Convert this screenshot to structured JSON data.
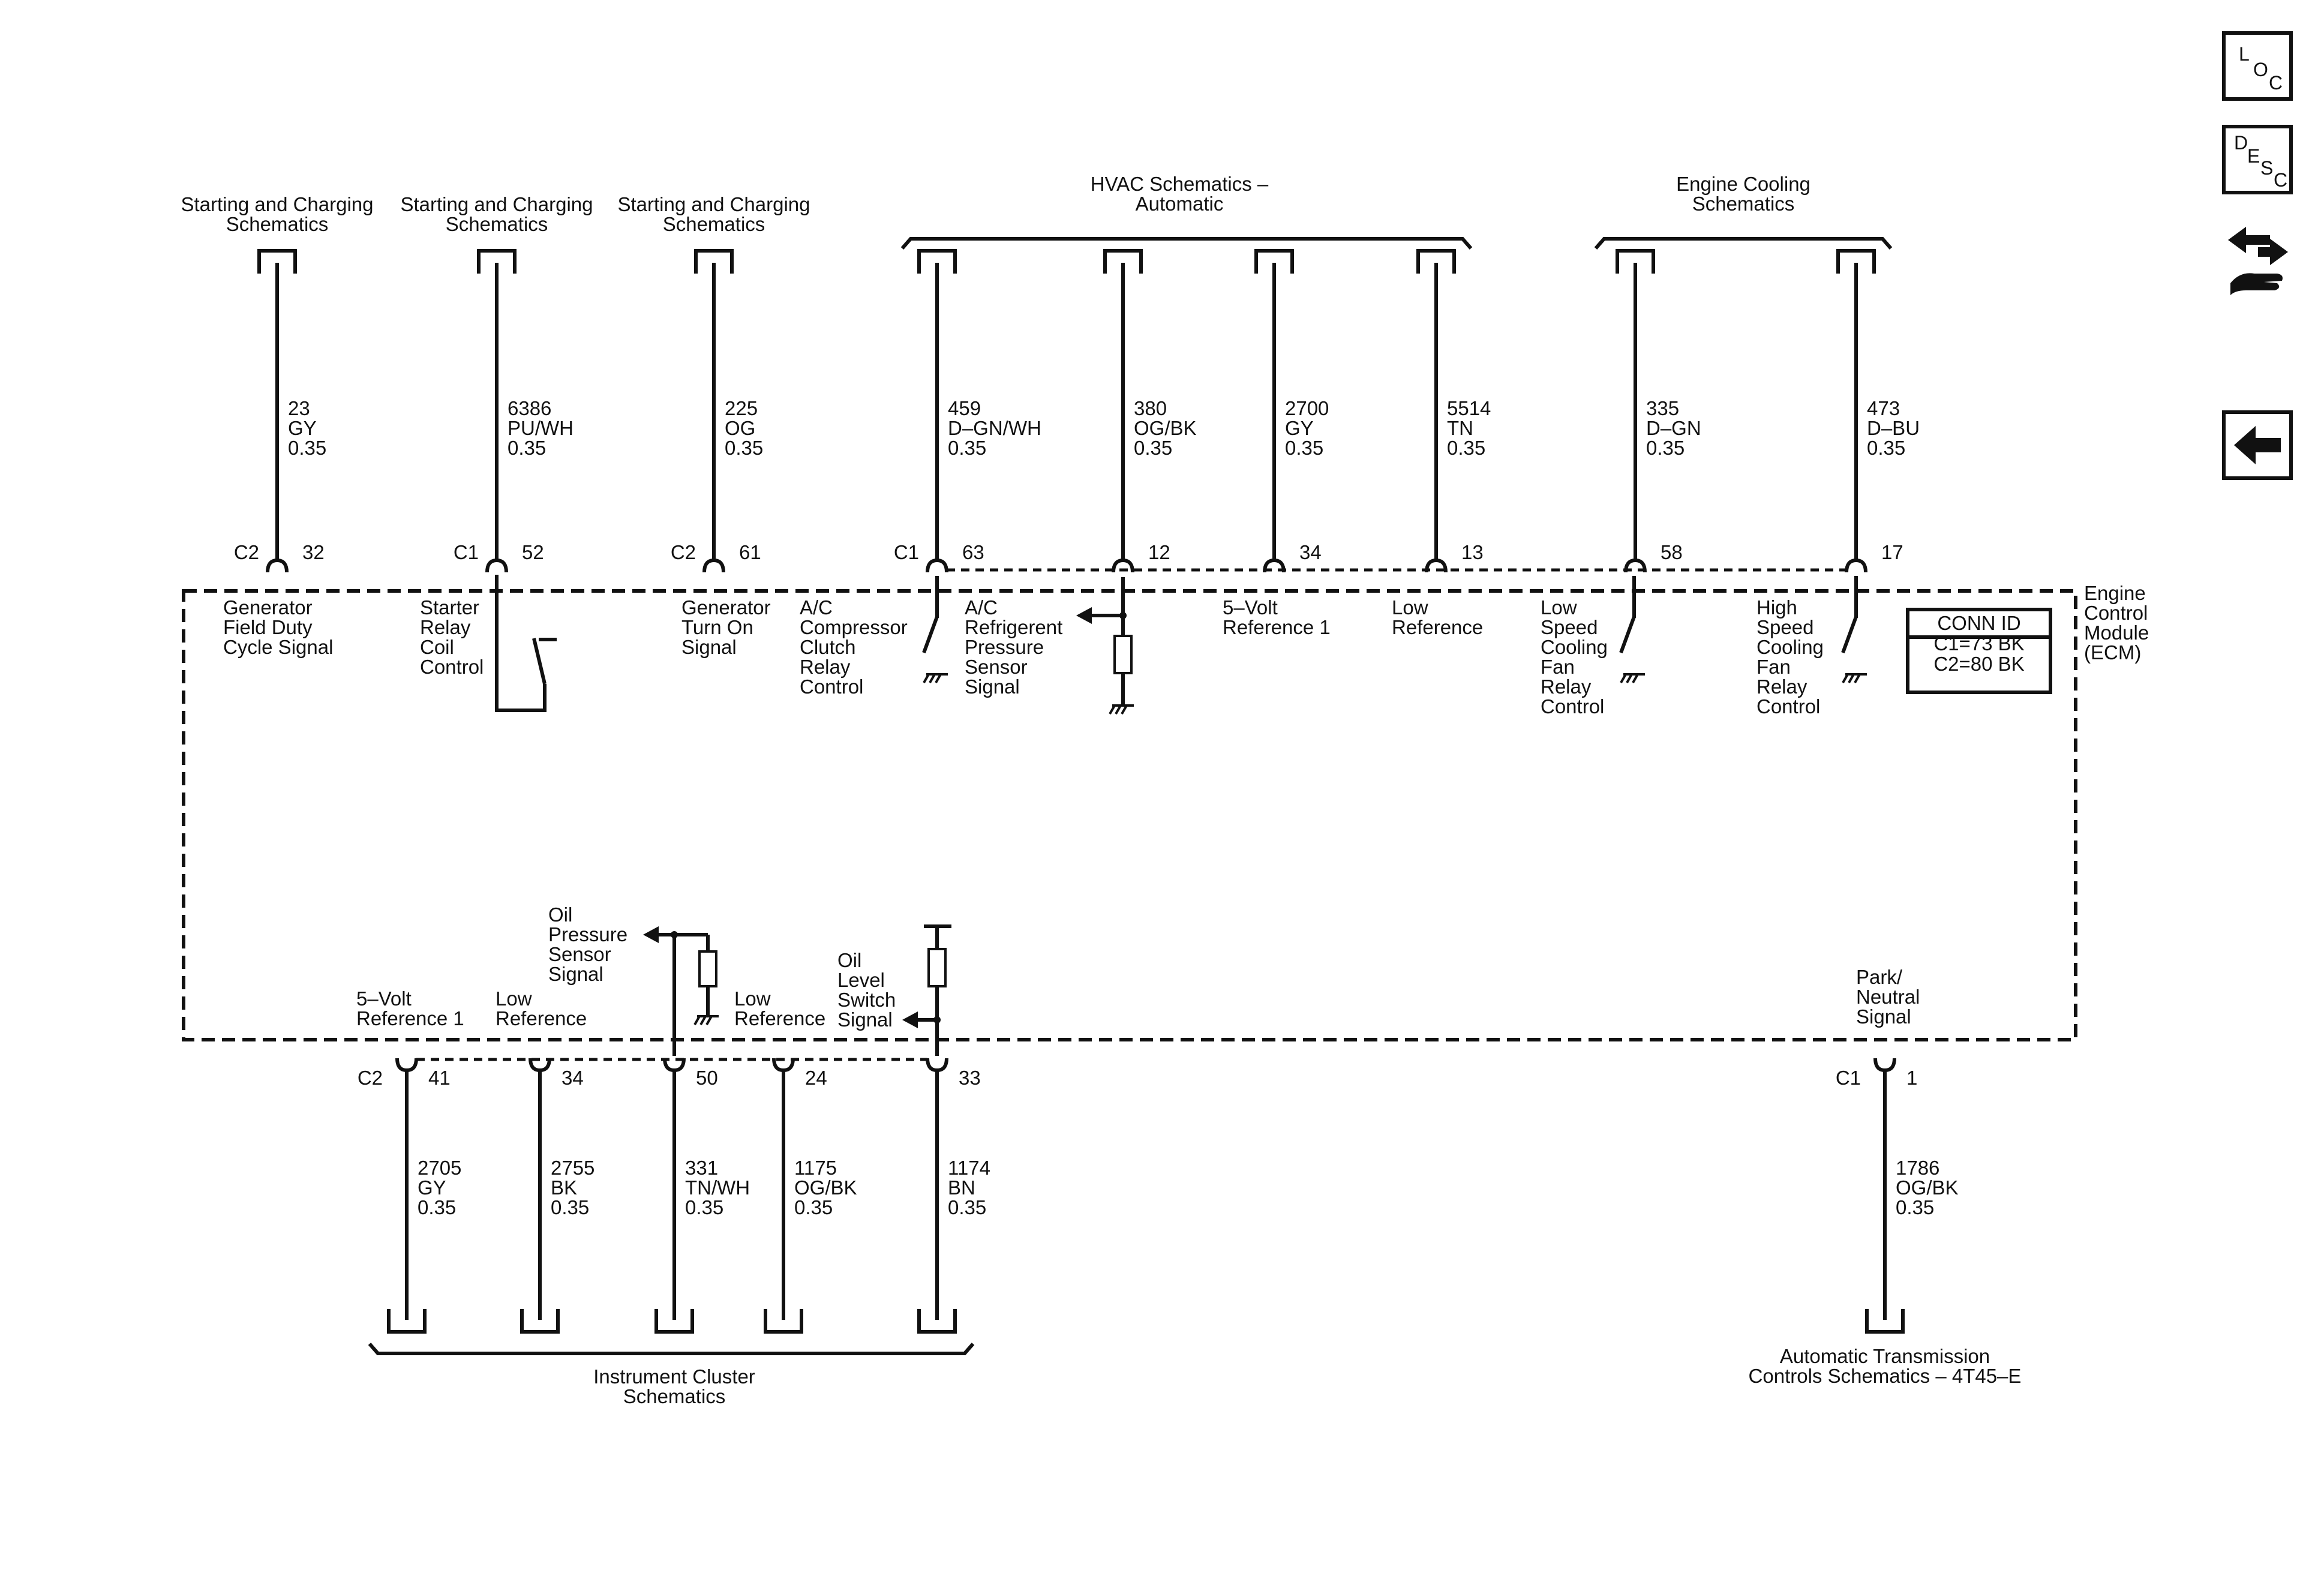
{
  "nav": {
    "loc": [
      "L",
      "O",
      "C"
    ],
    "desc": [
      "D",
      "E",
      "S",
      "C"
    ]
  },
  "headers": {
    "sc1": [
      "Starting and Charging",
      "Schematics"
    ],
    "sc2": [
      "Starting and Charging",
      "Schematics"
    ],
    "sc3": [
      "Starting and Charging",
      "Schematics"
    ],
    "hvac": [
      "HVAC Schematics –",
      "Automatic"
    ],
    "cooling": [
      "Engine Cooling",
      "Schematics"
    ],
    "cluster": [
      "Instrument Cluster",
      "Schematics"
    ],
    "trans": [
      "Automatic Transmission",
      "Controls Schematics – 4T45–E"
    ]
  },
  "module": {
    "name": [
      "Engine",
      "Control",
      "Module",
      "(ECM)"
    ],
    "conn_id": [
      "CONN ID",
      "C1=73 BK",
      "C2=80 BK"
    ]
  },
  "top_circuits": [
    {
      "circuit": "23",
      "color": "GY",
      "size": "0.35",
      "conn": "C2",
      "pin": "32",
      "signal": [
        "Generator",
        "Field Duty",
        "Cycle Signal"
      ]
    },
    {
      "circuit": "6386",
      "color": "PU/WH",
      "size": "0.35",
      "conn": "C1",
      "pin": "52",
      "signal": [
        "Starter",
        "Relay",
        "Coil",
        "Control"
      ]
    },
    {
      "circuit": "225",
      "color": "OG",
      "size": "0.35",
      "conn": "C2",
      "pin": "61",
      "signal": [
        "Generator",
        "Turn On",
        "Signal"
      ]
    },
    {
      "circuit": "459",
      "color": "D–GN/WH",
      "size": "0.35",
      "conn": "C1",
      "pin": "63",
      "signal": [
        "A/C",
        "Compressor",
        "Clutch",
        "Relay",
        "Control"
      ]
    },
    {
      "circuit": "380",
      "color": "OG/BK",
      "size": "0.35",
      "conn": "",
      "pin": "12",
      "signal": [
        "A/C",
        "Refrigerent",
        "Pressure",
        "Sensor",
        "Signal"
      ]
    },
    {
      "circuit": "2700",
      "color": "GY",
      "size": "0.35",
      "conn": "",
      "pin": "34",
      "signal": [
        "5–Volt",
        "Reference 1"
      ]
    },
    {
      "circuit": "5514",
      "color": "TN",
      "size": "0.35",
      "conn": "",
      "pin": "13",
      "signal": [
        "Low",
        "Reference"
      ]
    },
    {
      "circuit": "335",
      "color": "D–GN",
      "size": "0.35",
      "conn": "",
      "pin": "58",
      "signal": [
        "Low",
        "Speed",
        "Cooling",
        "Fan",
        "Relay",
        "Control"
      ]
    },
    {
      "circuit": "473",
      "color": "D–BU",
      "size": "0.35",
      "conn": "",
      "pin": "17",
      "signal": [
        "High",
        "Speed",
        "Cooling",
        "Fan",
        "Relay",
        "Control"
      ]
    }
  ],
  "bottom_circuits": [
    {
      "circuit": "2705",
      "color": "GY",
      "size": "0.35",
      "conn": "C2",
      "pin": "41",
      "signal": [
        "5–Volt",
        "Reference 1"
      ]
    },
    {
      "circuit": "2755",
      "color": "BK",
      "size": "0.35",
      "conn": "",
      "pin": "34",
      "signal": [
        "Low",
        "Reference"
      ]
    },
    {
      "circuit": "331",
      "color": "TN/WH",
      "size": "0.35",
      "conn": "",
      "pin": "50",
      "signal": [
        "Oil",
        "Pressure",
        "Sensor",
        "Signal"
      ]
    },
    {
      "circuit": "1175",
      "color": "OG/BK",
      "size": "0.35",
      "conn": "",
      "pin": "24",
      "signal": [
        "Low",
        "Reference"
      ]
    },
    {
      "circuit": "1174",
      "color": "BN",
      "size": "0.35",
      "conn": "",
      "pin": "33",
      "signal": [
        "Oil",
        "Level",
        "Switch",
        "Signal"
      ]
    },
    {
      "circuit": "1786",
      "color": "OG/BK",
      "size": "0.35",
      "conn": "C1",
      "pin": "1",
      "signal": [
        "Park/",
        "Neutral",
        "Signal"
      ]
    }
  ]
}
